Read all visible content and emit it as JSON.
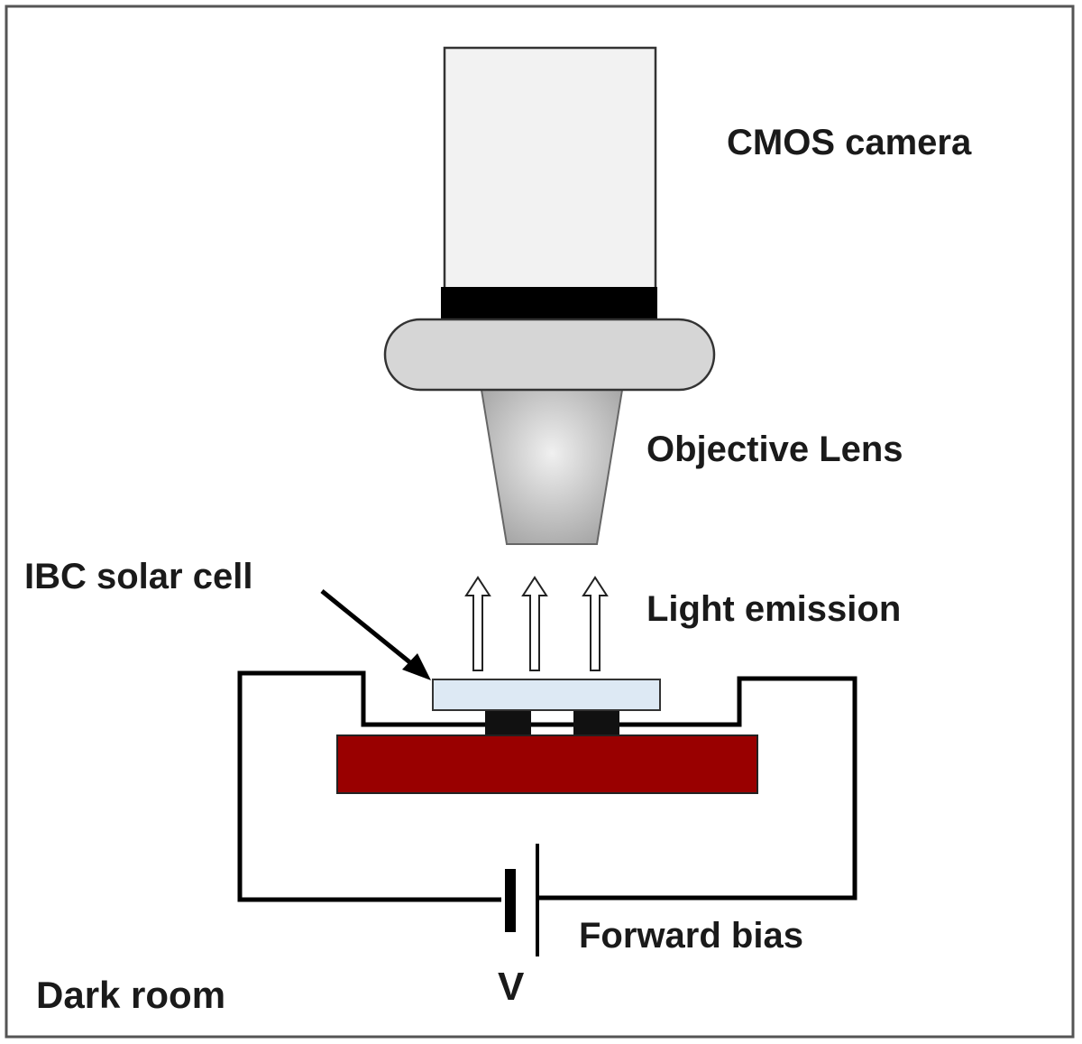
{
  "labels": {
    "cmos_camera": "CMOS camera",
    "objective_lens": "Objective Lens",
    "ibc_solar_cell": "IBC solar cell",
    "light_emission": "Light emission",
    "forward_bias": "Forward bias",
    "voltage": "V",
    "dark_room": "Dark room"
  },
  "colors": {
    "frame": "#555555",
    "camera_body": "#f2f2f2",
    "camera_band": "#000000",
    "lens_housing": "#d6d6d6",
    "lens_cone_light": "#f0f0f0",
    "lens_cone_dark": "#a8a8a8",
    "solar_cell": "#dde9f4",
    "contact_pad": "#111111",
    "heater_plate": "#990000",
    "wire": "#000000"
  },
  "icons": {
    "light_emission_arrows": "up-arrow-icon",
    "battery": "battery-icon"
  }
}
